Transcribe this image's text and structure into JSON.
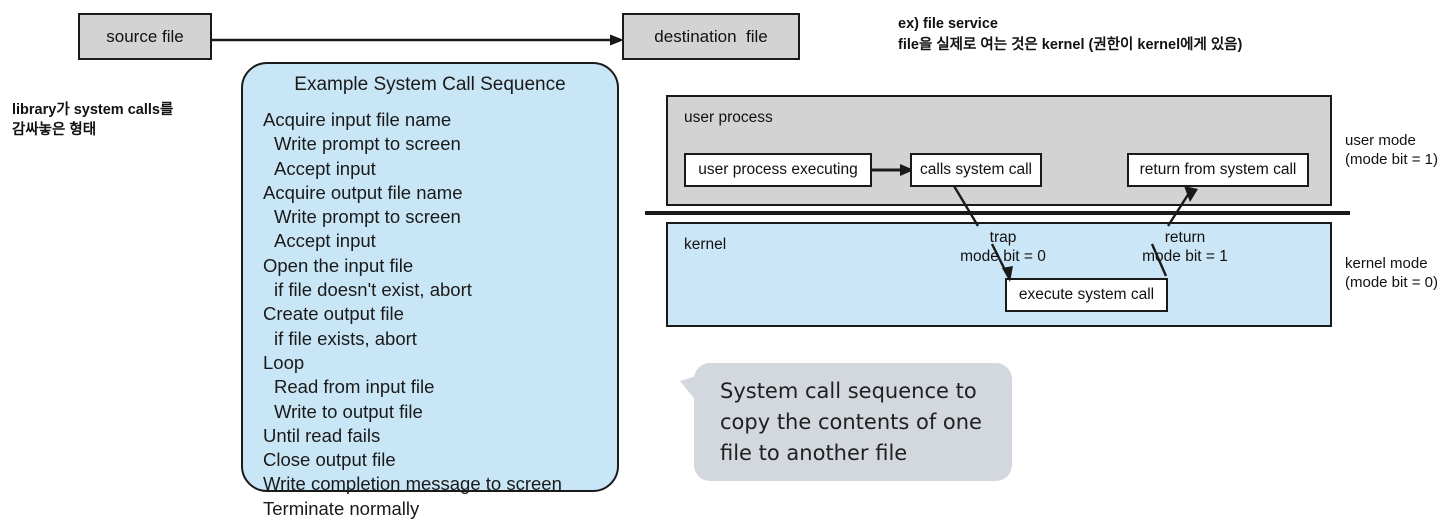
{
  "flow": {
    "source_label": "source file",
    "destination_label": "destination  file",
    "arrow_icon": "arrow-right-icon"
  },
  "notes": {
    "left": {
      "line1": "library가 system calls를",
      "line2": "감싸놓은 형태"
    },
    "right": {
      "line1": "ex) file service",
      "line2": "file을 실제로 여는 것은 kernel (권한이 kernel에게 있음)"
    }
  },
  "sequence_panel": {
    "title": "Example System Call Sequence",
    "lines": [
      {
        "text": "Acquire input file name",
        "indent": false
      },
      {
        "text": "Write prompt to screen",
        "indent": true
      },
      {
        "text": "Accept input",
        "indent": true
      },
      {
        "text": "Acquire output file name",
        "indent": false
      },
      {
        "text": "Write prompt to screen",
        "indent": true
      },
      {
        "text": "Accept input",
        "indent": true
      },
      {
        "text": "Open the input file",
        "indent": false
      },
      {
        "text": "if file doesn't exist, abort",
        "indent": true
      },
      {
        "text": "Create output file",
        "indent": false
      },
      {
        "text": "if file exists, abort",
        "indent": true
      },
      {
        "text": "Loop",
        "indent": false
      },
      {
        "text": "Read from input file",
        "indent": true
      },
      {
        "text": "Write to output file",
        "indent": true
      },
      {
        "text": "Until read fails",
        "indent": false
      },
      {
        "text": "Close output file",
        "indent": false
      },
      {
        "text": "Write completion message to screen",
        "indent": false
      },
      {
        "text": "Terminate normally",
        "indent": false
      }
    ]
  },
  "mode_diagram": {
    "user_region_label": "user process",
    "kernel_region_label": "kernel",
    "user_exec_box": "user process executing",
    "calls_sc_box": "calls system call",
    "return_sc_box": "return from system call",
    "execute_sc_box": "execute system call",
    "trap": {
      "line1": "trap",
      "line2": "mode bit = 0"
    },
    "return": {
      "line1": "return",
      "line2": "mode bit = 1"
    },
    "user_mode": {
      "line1": "user mode",
      "line2": "(mode bit = 1)"
    },
    "kernel_mode": {
      "line1": "kernel mode",
      "line2": "(mode bit = 0)"
    }
  },
  "callout": {
    "line1": "System call sequence to",
    "line2": "copy the contents of one",
    "line3": "file to another file"
  },
  "colors": {
    "gray_fill": "#d3d3d3",
    "blue_fill": "#cbe7f7",
    "panel_blue": "#c9e6f7",
    "callout_fill": "#d3d7de",
    "stroke": "#1a1a1a"
  }
}
